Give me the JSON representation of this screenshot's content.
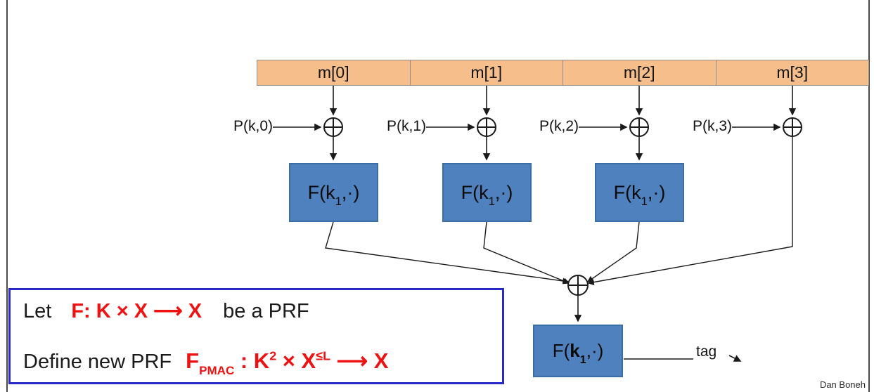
{
  "attribution": "Dan Boneh",
  "diagram": {
    "message_blocks": [
      "m[0]",
      "m[1]",
      "m[2]",
      "m[3]"
    ],
    "mask_labels": [
      "P(k,0)",
      "P(k,1)",
      "P(k,2)",
      "P(k,3)"
    ],
    "prf_label": {
      "pre": "F(k",
      "sub": "1",
      "post": ",·)"
    },
    "final_prf_label": {
      "pre": "F(",
      "k": "k",
      "sub": "1",
      "post": ",·)"
    },
    "tag_label": "tag",
    "xor_symbol": "⊕"
  },
  "formula_box": {
    "line1": {
      "prefix": "Let",
      "math": "F: K × X ⟶ X",
      "suffix": "be a PRF"
    },
    "line2": {
      "prefix": "Define new PRF",
      "math": {
        "f": "F",
        "f_sub": "PMAC",
        "mid1": " : K",
        "sup1": "2",
        "mid2": " × X",
        "sup2": "≤L",
        "arrow": " ⟶ ",
        "end": "X"
      }
    }
  },
  "colors": {
    "message_fill": "#F5BE8B",
    "message_border": "#8f8f8f",
    "prf_fill": "#4E81BD",
    "prf_border": "#3A6EA5",
    "formula_red": "#EE1212",
    "formula_border": "#2A2AC8"
  }
}
